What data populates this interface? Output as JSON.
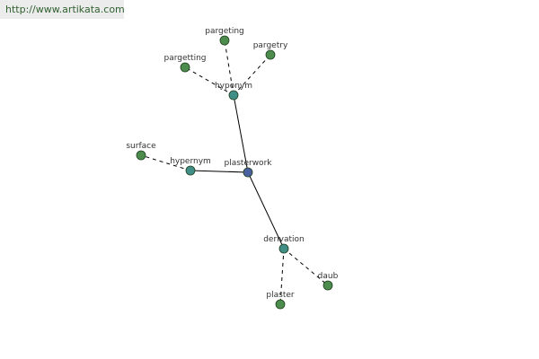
{
  "source": {
    "url": "http://www.artikata.com"
  },
  "colors": {
    "root": "#4a5fa0",
    "relation": "#3f8f86",
    "term": "#4c8c4c"
  },
  "graph": {
    "nodes": [
      {
        "id": "plasterwork",
        "label": "plasterwork",
        "kind": "root"
      },
      {
        "id": "hyponym",
        "label": "hyponym",
        "kind": "relation"
      },
      {
        "id": "hypernym",
        "label": "hypernym",
        "kind": "relation"
      },
      {
        "id": "derivation",
        "label": "derivation",
        "kind": "relation"
      },
      {
        "id": "pargeting",
        "label": "pargeting",
        "kind": "term"
      },
      {
        "id": "pargetry",
        "label": "pargetry",
        "kind": "term"
      },
      {
        "id": "pargetting",
        "label": "pargetting",
        "kind": "term"
      },
      {
        "id": "surface",
        "label": "surface",
        "kind": "term"
      },
      {
        "id": "daub",
        "label": "daub",
        "kind": "term"
      },
      {
        "id": "plaster",
        "label": "plaster",
        "kind": "term"
      }
    ],
    "edges": [
      {
        "from": "plasterwork",
        "to": "hyponym",
        "style": "solid"
      },
      {
        "from": "plasterwork",
        "to": "hypernym",
        "style": "solid"
      },
      {
        "from": "plasterwork",
        "to": "derivation",
        "style": "solid"
      },
      {
        "from": "hyponym",
        "to": "pargeting",
        "style": "dashed"
      },
      {
        "from": "hyponym",
        "to": "pargetry",
        "style": "dashed"
      },
      {
        "from": "hyponym",
        "to": "pargetting",
        "style": "dashed"
      },
      {
        "from": "hypernym",
        "to": "surface",
        "style": "dashed"
      },
      {
        "from": "derivation",
        "to": "daub",
        "style": "dashed"
      },
      {
        "from": "derivation",
        "to": "plaster",
        "style": "dashed"
      }
    ]
  }
}
